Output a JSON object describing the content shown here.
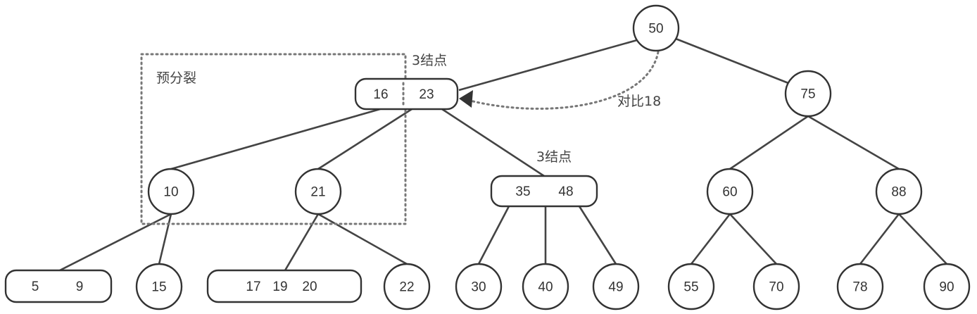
{
  "diagram": {
    "nodes": [
      {
        "id": "n50",
        "keys": [
          "50"
        ]
      },
      {
        "id": "n16_23",
        "keys": [
          "16",
          "23"
        ]
      },
      {
        "id": "n75",
        "keys": [
          "75"
        ]
      },
      {
        "id": "n10",
        "keys": [
          "10"
        ]
      },
      {
        "id": "n21",
        "keys": [
          "21"
        ]
      },
      {
        "id": "n35_48",
        "keys": [
          "35",
          "48"
        ]
      },
      {
        "id": "n60",
        "keys": [
          "60"
        ]
      },
      {
        "id": "n88",
        "keys": [
          "88"
        ]
      },
      {
        "id": "n5_9",
        "keys": [
          "5",
          "9"
        ]
      },
      {
        "id": "n15",
        "keys": [
          "15"
        ]
      },
      {
        "id": "n17_19_20",
        "keys": [
          "17",
          "19",
          "20"
        ]
      },
      {
        "id": "n22",
        "keys": [
          "22"
        ]
      },
      {
        "id": "n30",
        "keys": [
          "30"
        ]
      },
      {
        "id": "n40",
        "keys": [
          "40"
        ]
      },
      {
        "id": "n49",
        "keys": [
          "49"
        ]
      },
      {
        "id": "n55",
        "keys": [
          "55"
        ]
      },
      {
        "id": "n70",
        "keys": [
          "70"
        ]
      },
      {
        "id": "n78",
        "keys": [
          "78"
        ]
      },
      {
        "id": "n90",
        "keys": [
          "90"
        ]
      }
    ],
    "edges": [
      [
        "n50",
        "n16_23"
      ],
      [
        "n50",
        "n75"
      ],
      [
        "n16_23",
        "n10"
      ],
      [
        "n16_23",
        "n21"
      ],
      [
        "n16_23",
        "n35_48"
      ],
      [
        "n75",
        "n60"
      ],
      [
        "n75",
        "n88"
      ],
      [
        "n10",
        "n5_9"
      ],
      [
        "n10",
        "n15"
      ],
      [
        "n21",
        "n17_19_20"
      ],
      [
        "n21",
        "n22"
      ],
      [
        "n35_48",
        "n30"
      ],
      [
        "n35_48",
        "n40"
      ],
      [
        "n35_48",
        "n49"
      ],
      [
        "n60",
        "n55"
      ],
      [
        "n60",
        "n70"
      ],
      [
        "n88",
        "n78"
      ],
      [
        "n88",
        "n90"
      ]
    ],
    "annotations": {
      "three_node_top": "3结点",
      "pre_split": "预分裂",
      "compare": "对比18",
      "three_node_mid": "3结点"
    }
  }
}
